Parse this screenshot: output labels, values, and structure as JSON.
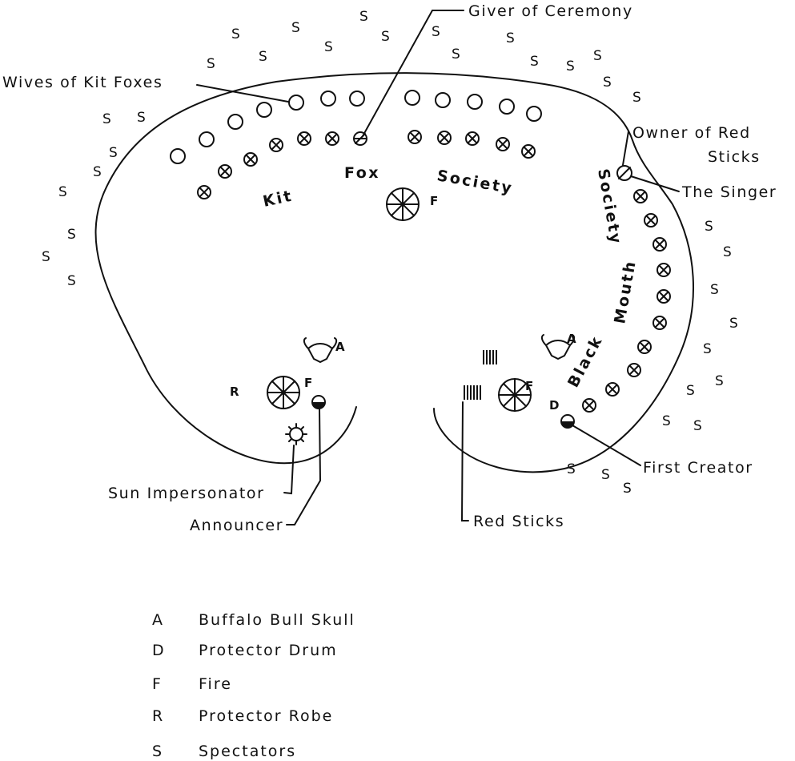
{
  "labels": {
    "giver_of_ceremony": "Giver of Ceremony",
    "wives_of_kit_foxes": "Wives of Kit Foxes",
    "owner_of_red_sticks_1": "Owner of Red",
    "owner_of_red_sticks_2": "Sticks",
    "the_singer": "The Singer",
    "first_creator": "First Creator",
    "sun_impersonator": "Sun Impersonator",
    "announcer": "Announcer",
    "red_sticks": "Red Sticks"
  },
  "societies": {
    "kit": "Kit",
    "fox": "Fox",
    "society": "Society",
    "black": "Black",
    "mouth": "Mouth",
    "society2": "Society"
  },
  "map_marks": {
    "fire": "F",
    "skull": "A",
    "robe": "R",
    "drum": "D",
    "spectator": "S"
  },
  "legend": [
    {
      "key": "A",
      "desc": "Buffalo Bull Skull"
    },
    {
      "key": "D",
      "desc": "Protector Drum"
    },
    {
      "key": "F",
      "desc": "Fire"
    },
    {
      "key": "R",
      "desc": "Protector Robe"
    },
    {
      "key": "S",
      "desc": "Spectators"
    }
  ]
}
